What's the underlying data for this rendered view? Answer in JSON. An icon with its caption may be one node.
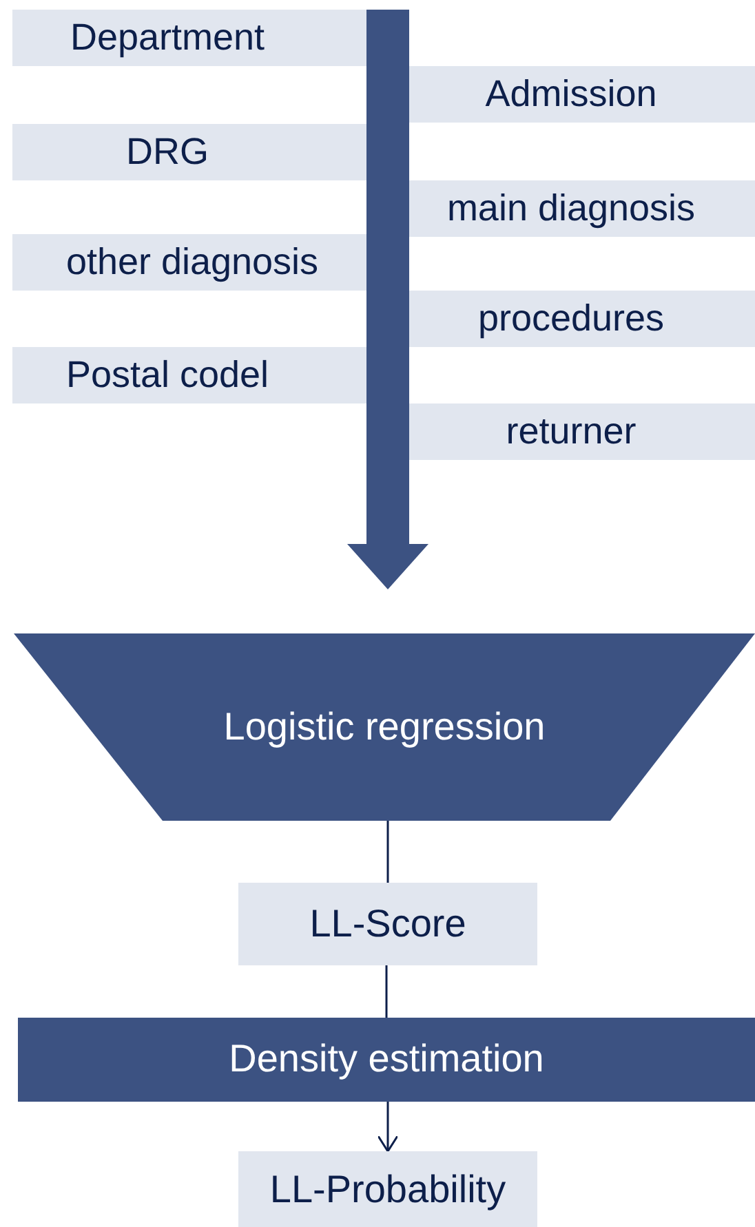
{
  "diagram": {
    "nodes": [
      {
        "text": [
          "Department"
        ]
      },
      {
        "text": [
          "Admission"
        ]
      },
      {
        "text": [
          "DRG"
        ]
      },
      {
        "text": [
          "main diagnosis"
        ]
      },
      {
        "text": [
          "other diagnosis"
        ]
      },
      {
        "text": [
          "procedures"
        ]
      },
      {
        "text": [
          "Postal codel"
        ]
      },
      {
        "text": [
          "returner"
        ]
      },
      {
        "text": [
          "Logistic regression"
        ]
      },
      {
        "text": [
          "LL-Score"
        ]
      },
      {
        "text": [
          "Density estimation"
        ]
      },
      {
        "text": [
          "LL-Probability"
        ]
      }
    ],
    "edges": [
      {
        "from": null,
        "to": 8,
        "arrow": "to",
        "style": "thick",
        "color": "#3c5282"
      },
      {
        "from": 8,
        "to": 9,
        "arrow": "none"
      },
      {
        "from": 9,
        "to": 10,
        "arrow": "none"
      },
      {
        "from": 10,
        "to": 11,
        "arrow": "to"
      }
    ]
  }
}
